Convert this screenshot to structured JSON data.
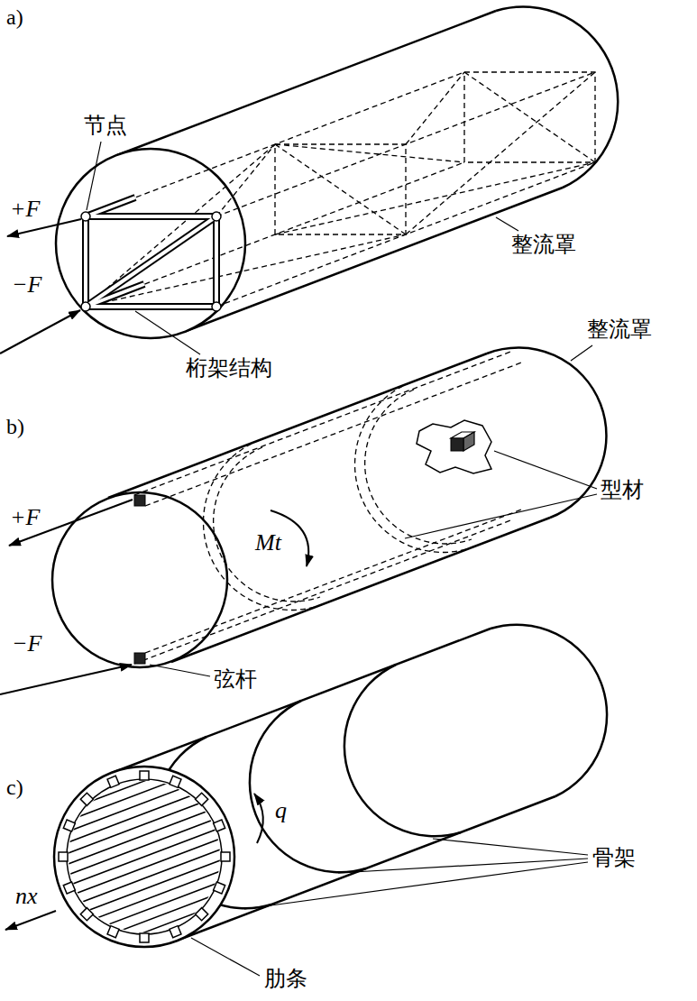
{
  "diagram": {
    "labels": [
      "a)",
      "节点",
      "+F",
      "−F",
      "整流罩",
      "桁架结构",
      "b)",
      "整流罩",
      "+F",
      "−F",
      "Mt",
      "型材",
      "弦杆",
      "c)",
      "q",
      "骨架",
      "nx",
      "肋条"
    ]
  }
}
